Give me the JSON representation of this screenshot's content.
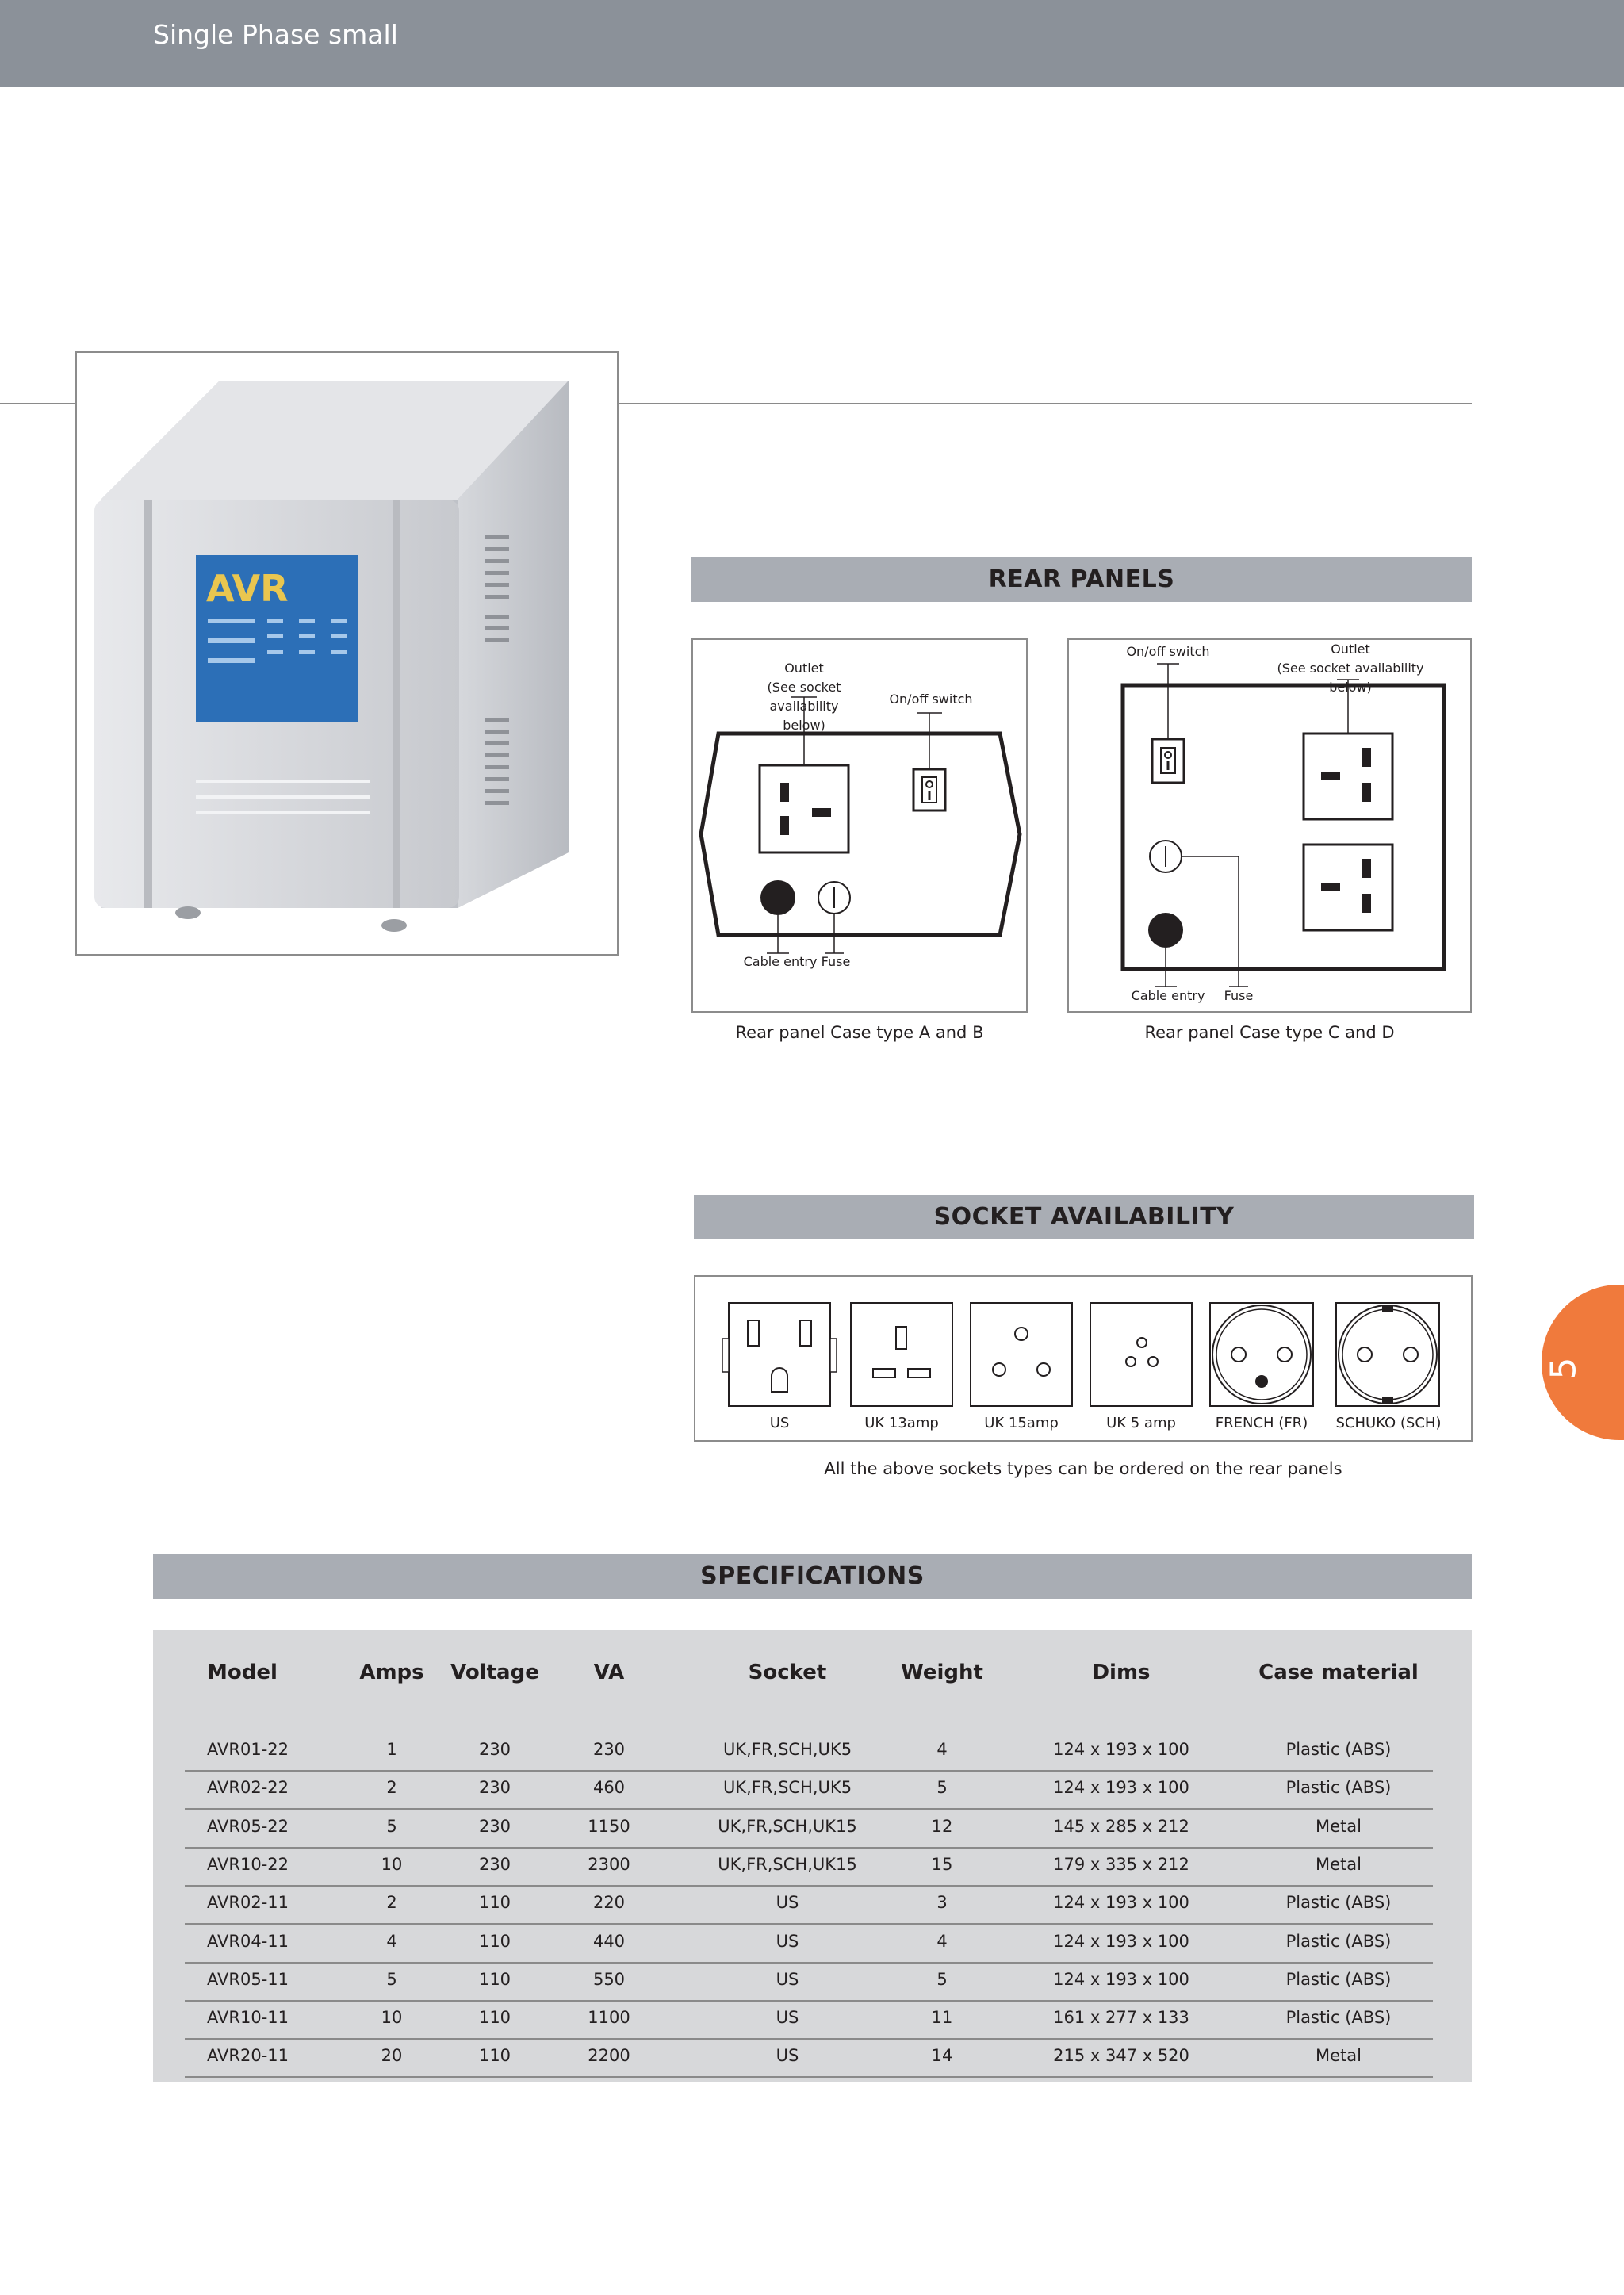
{
  "header": {
    "title": "Single Phase small"
  },
  "rear_panels": {
    "title": "REAR PANELS",
    "panel_ab": {
      "outlet_label_line1": "Outlet",
      "outlet_label_line2": "(See socket availability",
      "outlet_label_line3": "below)",
      "switch_label": "On/off switch",
      "cable_label": "Cable entry",
      "fuse_label": "Fuse",
      "caption": "Rear panel Case type A and B"
    },
    "panel_cd": {
      "switch_label": "On/off switch",
      "outlet_label_line1": "Outlet",
      "outlet_label_line2": "(See socket availability below)",
      "cable_label": "Cable entry",
      "fuse_label": "Fuse",
      "caption": "Rear panel Case type C and D"
    }
  },
  "socket_availability": {
    "title": "SOCKET AVAILABILITY",
    "sockets": [
      "US",
      "UK 13amp",
      "UK 15amp",
      "UK 5 amp",
      "FRENCH (FR)",
      "SCHUKO (SCH)"
    ],
    "note": "All the above sockets types can be ordered on the rear panels"
  },
  "specifications": {
    "title": "SPECIFICATIONS",
    "headers": [
      "Model",
      "Amps",
      "Voltage",
      "VA",
      "Socket",
      "Weight",
      "Dims",
      "Case material"
    ],
    "rows": [
      [
        "AVR01-22",
        "1",
        "230",
        "230",
        "UK,FR,SCH,UK5",
        "4",
        "124 x 193 x 100",
        "Plastic  (ABS)"
      ],
      [
        "AVR02-22",
        "2",
        "230",
        "460",
        "UK,FR,SCH,UK5",
        "5",
        "124 x 193 x 100",
        "Plastic  (ABS)"
      ],
      [
        "AVR05-22",
        "5",
        "230",
        "1150",
        "UK,FR,SCH,UK15",
        "12",
        "145 x 285 x 212",
        "Metal"
      ],
      [
        "AVR10-22",
        "10",
        "230",
        "2300",
        "UK,FR,SCH,UK15",
        "15",
        "179 x 335 x 212",
        "Metal"
      ],
      [
        "AVR02-11",
        "2",
        "110",
        "220",
        "US",
        "3",
        "124 x 193 x 100",
        "Plastic  (ABS)"
      ],
      [
        "AVR04-11",
        "4",
        "110",
        "440",
        "US",
        "4",
        "124 x 193 x 100",
        "Plastic  (ABS)"
      ],
      [
        "AVR05-11",
        "5",
        "110",
        "550",
        "US",
        "5",
        "124 x 193 x 100",
        "Plastic  (ABS)"
      ],
      [
        "AVR10-11",
        "10",
        "110",
        "1100",
        "US",
        "11",
        "161 x 277 x 133",
        "Plastic  (ABS)"
      ],
      [
        "AVR20-11",
        "20",
        "110",
        "2200",
        "US",
        "14",
        "215 x 347 x 520",
        "Metal"
      ]
    ]
  },
  "product_image": {
    "panel_logo": "AVR"
  },
  "page_number": "5",
  "colors": {
    "header_bg": "#8b9199",
    "section_bar": "#a9adb4",
    "table_bg": "#d7d8da",
    "accent_tab": "#f07a3c"
  }
}
